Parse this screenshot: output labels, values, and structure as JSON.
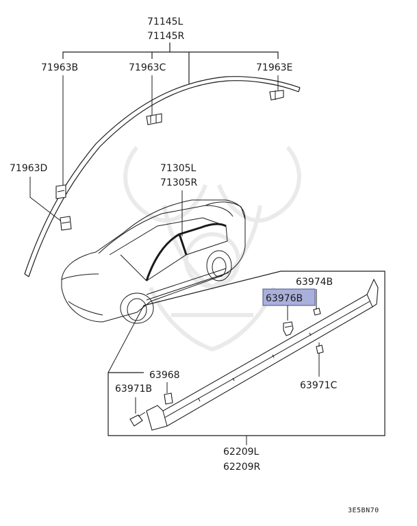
{
  "labels": {
    "molding_top_l": "71145L",
    "molding_top_r": "71145R",
    "clip_b": "71963B",
    "clip_c": "71963C",
    "clip_e": "71963E",
    "clip_d": "71963D",
    "belt_l": "71305L",
    "belt_r": "71305R",
    "clip_63974b": "63974B",
    "clip_63976b": "63976B",
    "clip_63968": "63968",
    "screw_63971b": "63971B",
    "screw_63971c": "63971C",
    "sill_l": "62209L",
    "sill_r": "62209R",
    "diagram_code": "3E5BN70"
  },
  "highlight": {
    "part": "63976B",
    "fill": "#aab0dc",
    "border": "#4a4f8a"
  }
}
